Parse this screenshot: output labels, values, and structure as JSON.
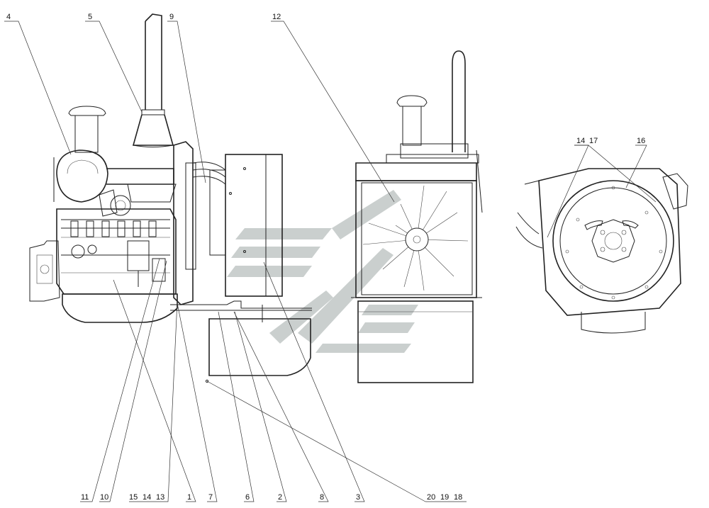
{
  "callouts": {
    "top": [
      "4",
      "5",
      "9",
      "12",
      "14",
      "17",
      "16"
    ],
    "bottom": [
      "11",
      "10",
      "15",
      "14",
      "13",
      "1",
      "7",
      "6",
      "2",
      "8",
      "3",
      "20",
      "19",
      "18"
    ]
  },
  "watermark": {
    "color": "#9fa8a5",
    "style": "stylized-logo"
  }
}
